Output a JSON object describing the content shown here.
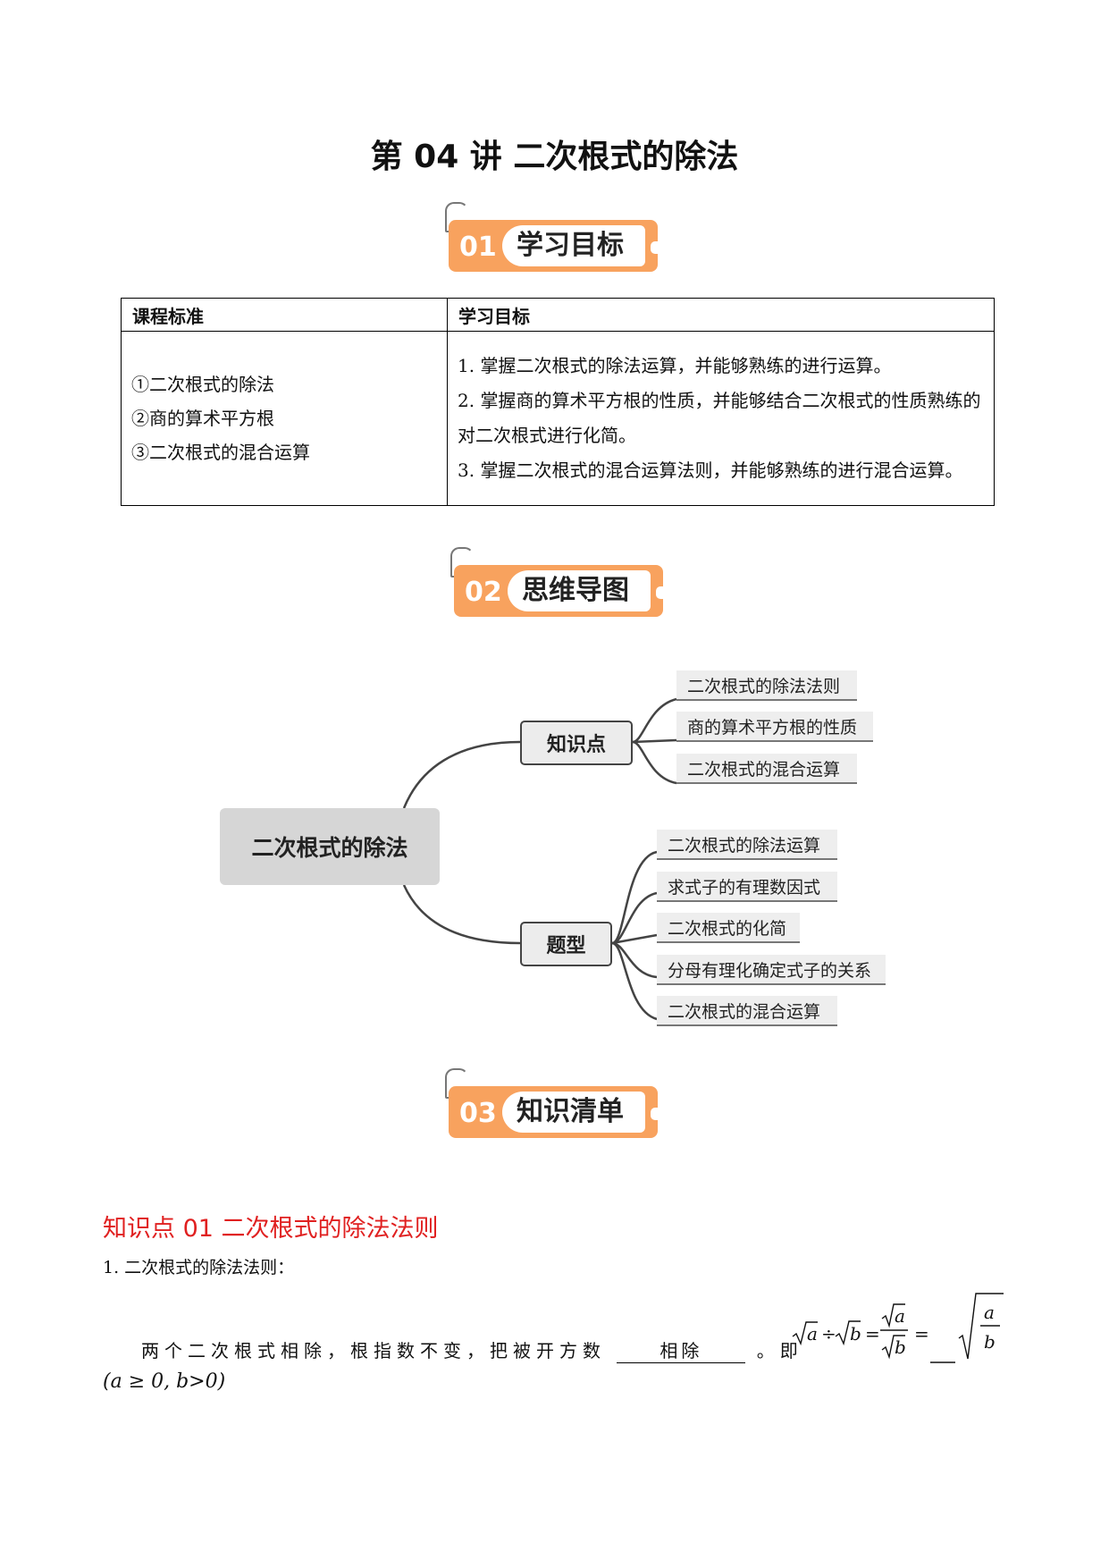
{
  "title": "第 04 讲  二次根式的除法",
  "banners": [
    {
      "num": "01",
      "label": "学习目标"
    },
    {
      "num": "02",
      "label": "思维导图"
    },
    {
      "num": "03",
      "label": "知识清单"
    }
  ],
  "table": {
    "headers": [
      "课程标准",
      "学习目标"
    ],
    "standards": [
      "①二次根式的除法",
      "②商的算术平方根",
      "③二次根式的混合运算"
    ],
    "goals": [
      "1. 掌握二次根式的除法运算，并能够熟练的进行运算。",
      "2. 掌握商的算术平方根的性质，并能够结合二次根式的性质熟练的对二次根式进行化简。",
      "3. 掌握二次根式的混合运算法则，并能够熟练的进行混合运算。"
    ]
  },
  "mindmap": {
    "root": "二次根式的除法",
    "branches": [
      {
        "label": "知识点",
        "leaves": [
          "二次根式的除法法则",
          "商的算术平方根的性质",
          "二次根式的混合运算"
        ]
      },
      {
        "label": "题型",
        "leaves": [
          "二次根式的除法运算",
          "求式子的有理数因式",
          "二次根式的化简",
          "分母有理化确定式子的关系",
          "二次根式的混合运算"
        ]
      }
    ]
  },
  "knowledge": {
    "heading": "知识点 01  二次根式的除法法则",
    "rule_title": "1. 二次根式的除法法则：",
    "para_before": "两个二次根式相除，根指数不变，把被开方数",
    "blank_answer": "相除",
    "para_after": "。即",
    "condition": "(a ≥ 0,  b>0)",
    "formula": {
      "a": "a",
      "b": "b"
    }
  }
}
